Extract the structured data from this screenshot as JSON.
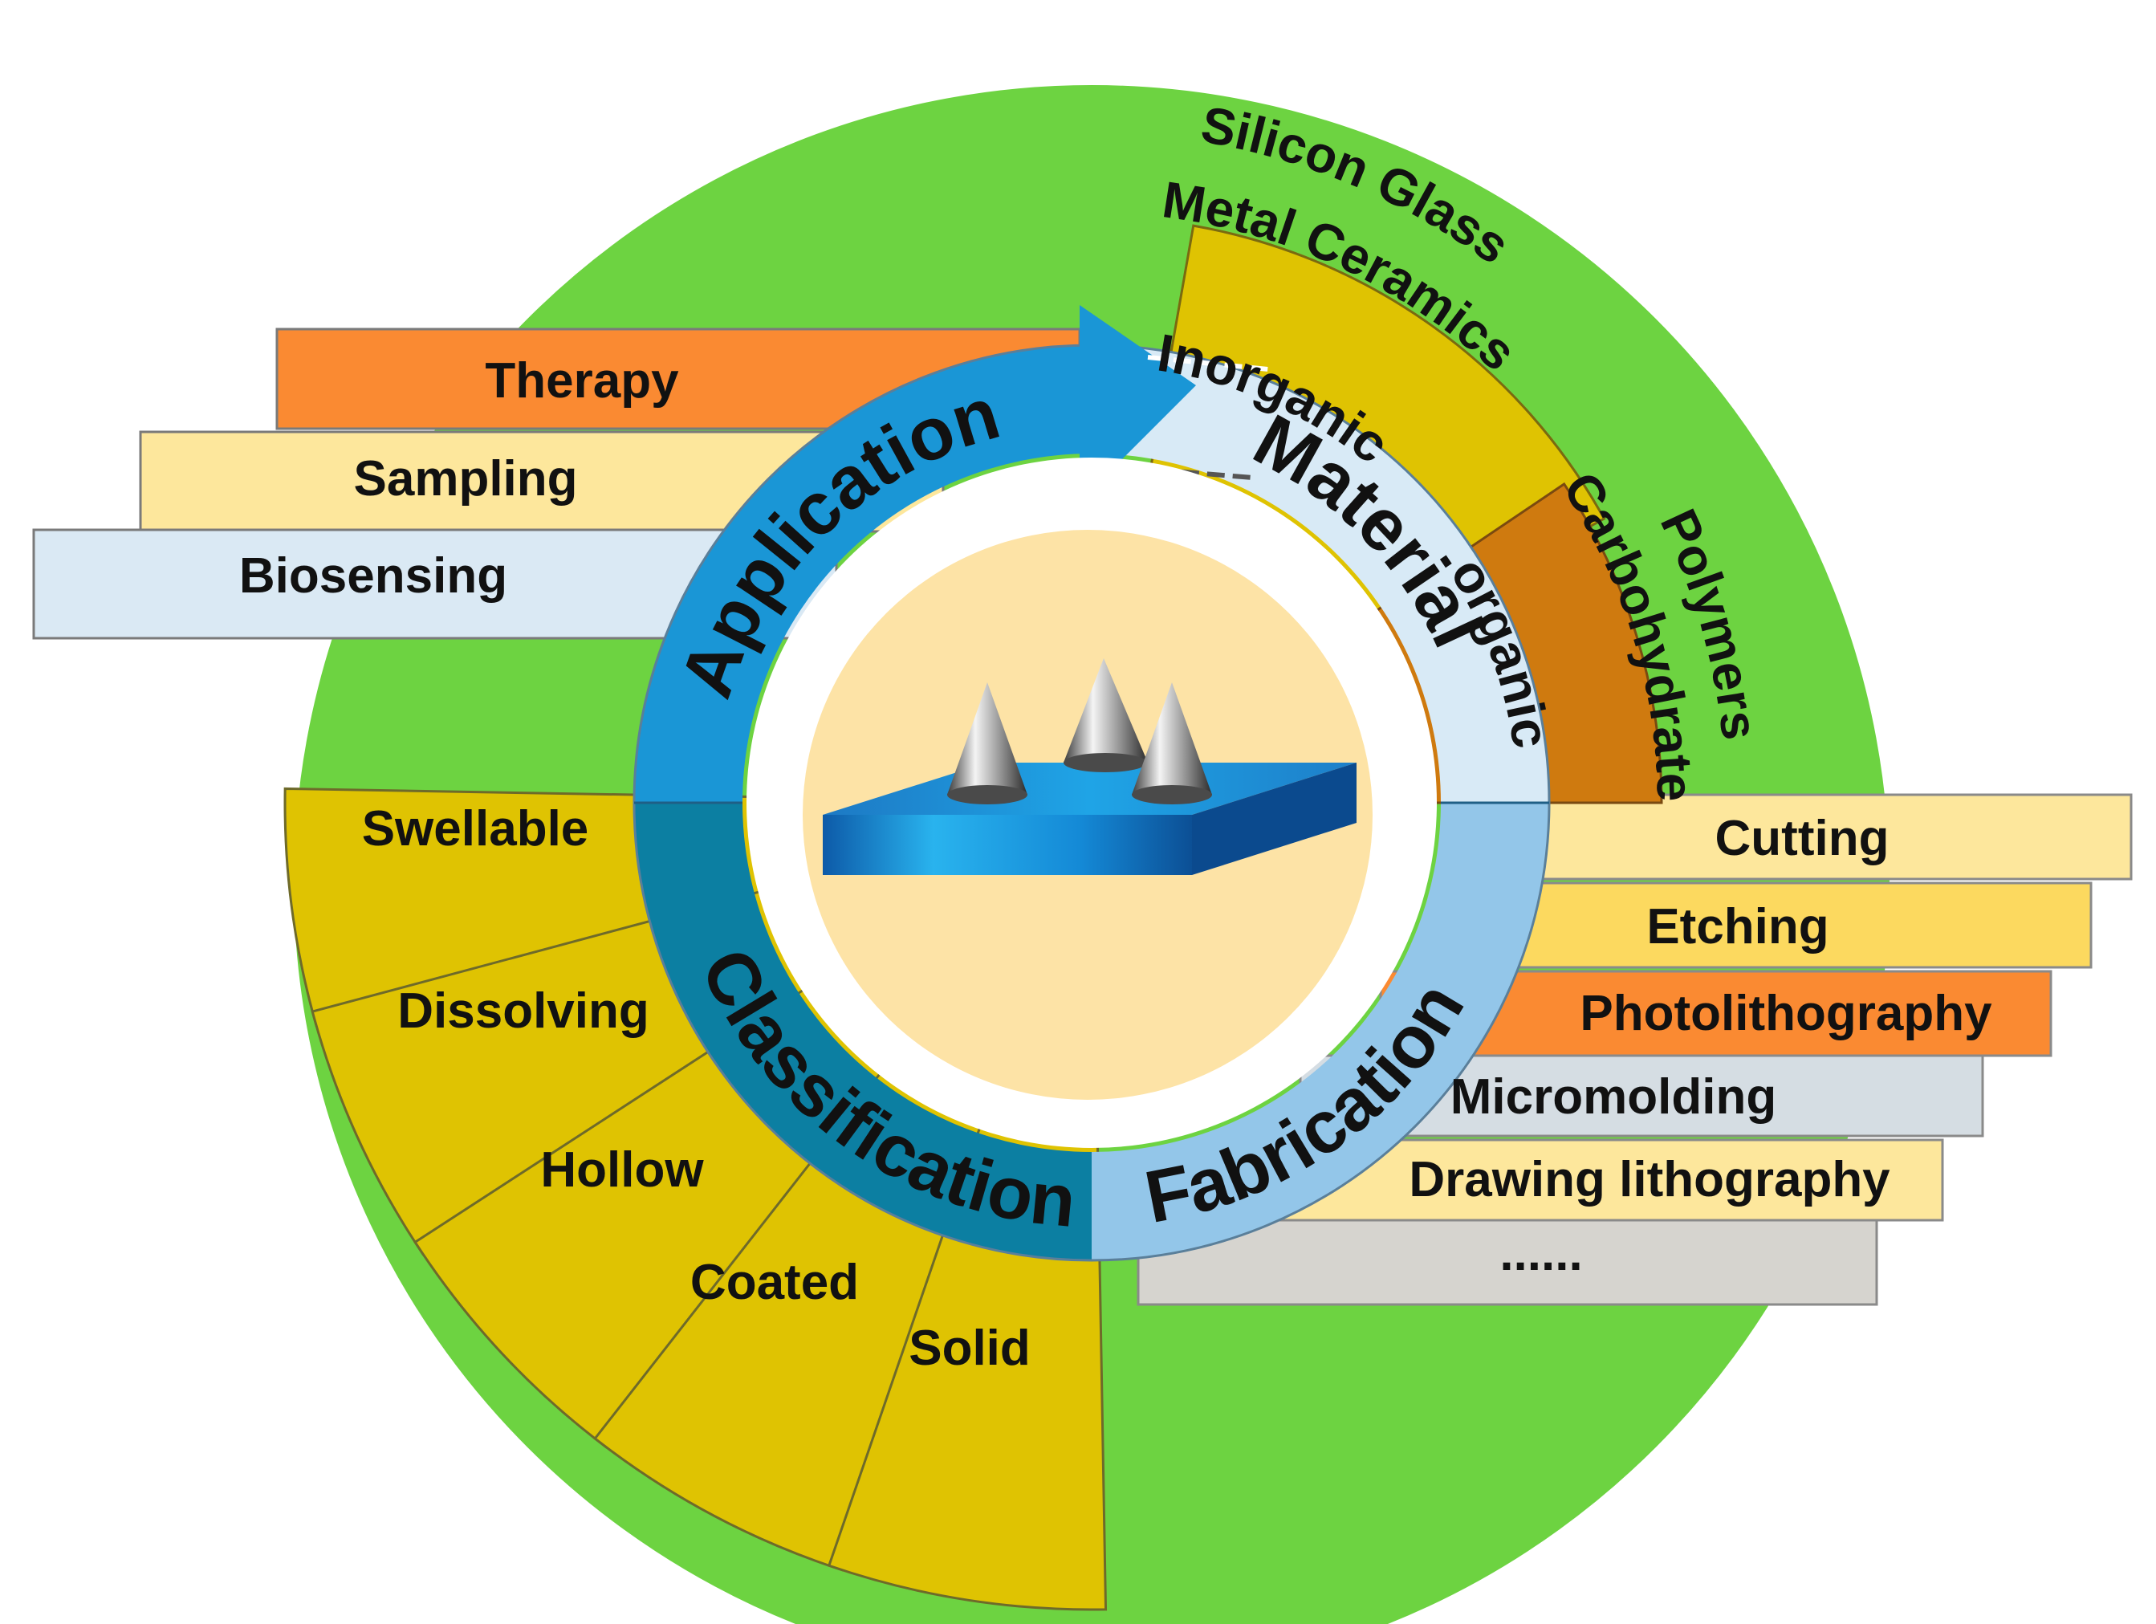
{
  "quadrants": {
    "application": "Application",
    "material": "Material",
    "classification": "Classification",
    "fabrication": "Fabrication"
  },
  "applications": [
    "Therapy",
    "Sampling",
    "Biosensing"
  ],
  "material": {
    "inorganic_label": "Inorganic",
    "inorganic_items_line1": "Silicon  Glass",
    "inorganic_items_line2": "Metal  Ceramics",
    "organic_label": "organic",
    "organic_items_line1": "Polymers",
    "organic_items_line2": "Carbohydrate"
  },
  "classifications": [
    "Swellable",
    "Dissolving",
    "Hollow",
    "Coated",
    "Solid"
  ],
  "fabrications": [
    "Cutting",
    "Etching",
    "Photolithography",
    "Micromolding",
    "Drawing lithography",
    "......"
  ],
  "colors": {
    "outer_disc": "#6dd341",
    "application_ring": "#1a96d6",
    "material_ring": "#d8eaf6",
    "classification_ring": "#0c7fa2",
    "fabrication_ring": "#93c6e9",
    "center_disc": "#fde3a6",
    "orange": "#fa8a32",
    "light_yellow": "#fde79c",
    "pale_blue": "#dae9f4",
    "mustard": "#dfc302",
    "brown_orange": "#cf7a0f",
    "grey_blue": "#d5dde3",
    "grey": "#d6d4cf"
  }
}
